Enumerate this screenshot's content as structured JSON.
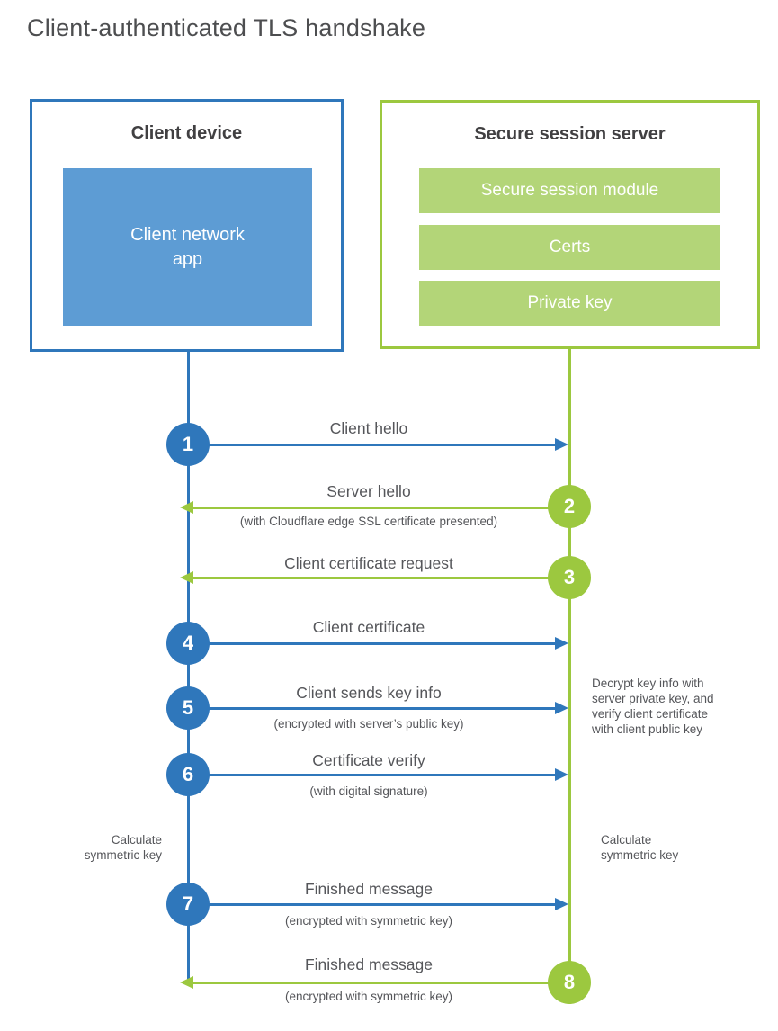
{
  "title": "Client-authenticated TLS handshake",
  "client_box": {
    "title": "Client device",
    "app": "Client network\napp"
  },
  "server_box": {
    "title": "Secure session server",
    "modules": [
      "Secure session module",
      "Certs",
      "Private key"
    ]
  },
  "steps": [
    {
      "num": "1",
      "direction": "client-to-server",
      "label": "Client hello"
    },
    {
      "num": "2",
      "direction": "server-to-client",
      "label": "Server hello",
      "sub": "(with Cloudflare edge SSL certificate presented)"
    },
    {
      "num": "3",
      "direction": "server-to-client",
      "label": "Client certificate request"
    },
    {
      "num": "4",
      "direction": "client-to-server",
      "label": "Client certificate"
    },
    {
      "num": "5",
      "direction": "client-to-server",
      "label": "Client sends key info",
      "sub": "(encrypted with server’s public key)"
    },
    {
      "num": "6",
      "direction": "client-to-server",
      "label": "Certificate verify",
      "sub": "(with digital signature)"
    },
    {
      "num": "7",
      "direction": "client-to-server",
      "label": "Finished message",
      "sub": "(encrypted with symmetric key)"
    },
    {
      "num": "8",
      "direction": "server-to-client",
      "label": "Finished message",
      "sub": "(encrypted with symmetric key)"
    }
  ],
  "notes": {
    "decrypt": "Decrypt key info with\nserver private key, and\nverify client certificate\nwith client public key",
    "calc_left": "Calculate\nsymmetric key",
    "calc_right": "Calculate\nsymmetric key"
  },
  "colors": {
    "blue": "#2f77bb",
    "blue_light": "#5d9cd4",
    "green": "#9cc83f",
    "green_light": "#b3d578"
  }
}
